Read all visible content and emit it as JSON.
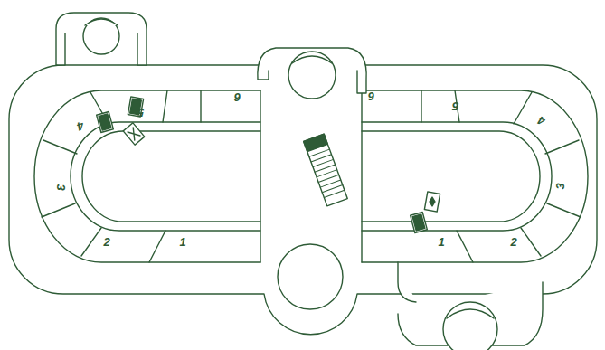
{
  "diagram": {
    "labels": [
      "4",
      "5",
      "6",
      "6",
      "5",
      "4",
      "3",
      "3",
      "2",
      "1",
      "1",
      "2"
    ]
  }
}
